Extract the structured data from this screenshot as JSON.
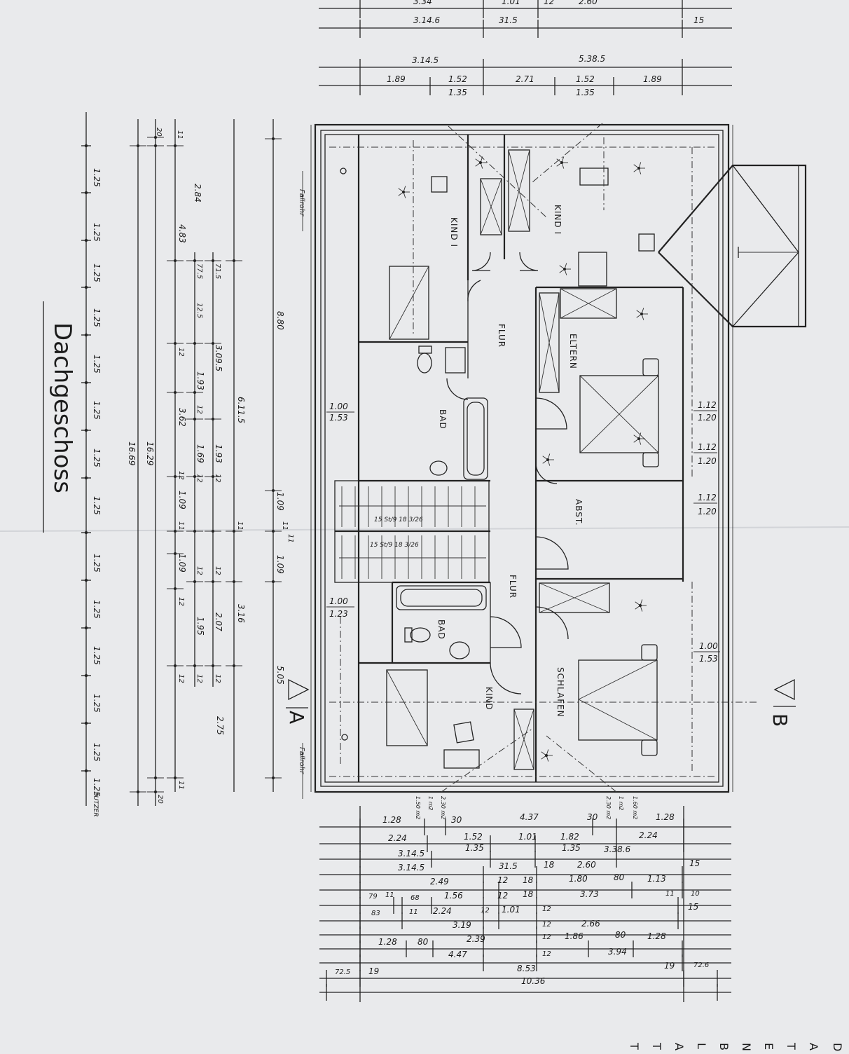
{
  "title": "Dachgeschoss",
  "section_marks": [
    "A",
    "B"
  ],
  "rooms": [
    {
      "id": "kind1-left",
      "label": "KIND I"
    },
    {
      "id": "kind1-right",
      "label": "KIND I"
    },
    {
      "id": "flur-top",
      "label": "FLUR"
    },
    {
      "id": "eltern",
      "label": "ELTERN"
    },
    {
      "id": "bad-top",
      "label": "BAD"
    },
    {
      "id": "abst",
      "label": "ABST."
    },
    {
      "id": "flur-bottom",
      "label": "FLUR"
    },
    {
      "id": "bad-bottom",
      "label": "BAD"
    },
    {
      "id": "kind",
      "label": "KIND"
    },
    {
      "id": "schlafen",
      "label": "SCHLAFEN"
    }
  ],
  "fallrohr": [
    "Fallrohr",
    "Fallrohr"
  ],
  "stairs": [
    "15 St/9 18 3/26",
    "15 St/9 18 3/26"
  ],
  "left_dims": {
    "bays": [
      "1.25",
      "1.25",
      "1.25",
      "1.25",
      "1.25",
      "1.25",
      "1.25",
      "1.25",
      "1.25",
      "1.25",
      "1.25",
      "1.25",
      "1.25",
      "1.25",
      "PUTZER"
    ],
    "overall": [
      "16.69",
      "16.29"
    ],
    "chain_a": [
      "11",
      "2.84",
      "4.83",
      "12",
      "3.62",
      "12",
      "1.09",
      "11",
      "1.09",
      "12",
      "12",
      "11"
    ],
    "chain_b": [
      "77.5",
      "12.5",
      "1.93",
      "12",
      "1.69",
      "12",
      "12",
      "1.95",
      "12"
    ],
    "chain_c": [
      "71.5",
      "3.09.5",
      "1.93",
      "12",
      "2.07",
      "12",
      "12"
    ],
    "chain_d": [
      "6.11.5",
      "11",
      "3.16",
      "2.75"
    ],
    "chain_e": [
      "8.80",
      "1.09",
      "11",
      "11",
      "1.09",
      "5.05"
    ],
    "edge": [
      "20",
      "20"
    ]
  },
  "top_dims": {
    "row1": [
      "3.34",
      "1.01",
      "12",
      "2.60"
    ],
    "row2": [
      "3.14.6",
      "31.5",
      "15"
    ],
    "row3": [
      "3.14.5",
      "5.38.5"
    ],
    "row4": [
      "1.89",
      "1.52",
      "2.71",
      "1.52",
      "1.89"
    ],
    "row5": [
      "1.35",
      "1.35"
    ]
  },
  "right_dims": [
    [
      "1.12",
      "1.20"
    ],
    [
      "1.12",
      "1.20"
    ],
    [
      "1.12",
      "1.20"
    ],
    [
      "1.00",
      "1.53"
    ]
  ],
  "inner_left_dims": [
    [
      "1.00",
      "1.53"
    ],
    [
      "1.00",
      "1.23"
    ]
  ],
  "bottom_dims": {
    "rowA": [
      "1.28",
      "30",
      "4.37",
      "30",
      "1.28"
    ],
    "rowA_small": [
      "1.50 m2",
      "1 m2",
      "2.30 m2",
      "2.30 m2",
      "1 m2",
      "1.60 m2"
    ],
    "rowB": [
      "2.24",
      "1.52",
      "1.01",
      "1.82",
      "2.24"
    ],
    "rowC": [
      "3.14.5",
      "1.35",
      "1.35",
      "3.38.6"
    ],
    "rowD": [
      "3.14.5",
      "31.5",
      "18",
      "2.60",
      "15"
    ],
    "rowE": [
      "2.49",
      "12",
      "18",
      "1.80",
      "80",
      "1.13"
    ],
    "rowF": [
      "79",
      "11",
      "68",
      "1.56",
      "12",
      "18",
      "3.73",
      "11",
      "10"
    ],
    "rowG": [
      "83",
      "11",
      "2.24",
      "12",
      "1.01",
      "12",
      "15"
    ],
    "rowH": [
      "3.19",
      "12",
      "2.66"
    ],
    "rowI": [
      "1.28",
      "80",
      "2.39",
      "12",
      "1.86",
      "80",
      "1.28"
    ],
    "rowJ": [
      "4.47",
      "12",
      "3.94"
    ],
    "rowK": [
      "72.5",
      "19",
      "8.53",
      "19",
      "72.6"
    ],
    "rowL": [
      "10.36"
    ]
  },
  "footer_chars": [
    "D",
    "A",
    "T",
    "E",
    "N",
    "B",
    "L",
    "A",
    "T",
    "T"
  ]
}
